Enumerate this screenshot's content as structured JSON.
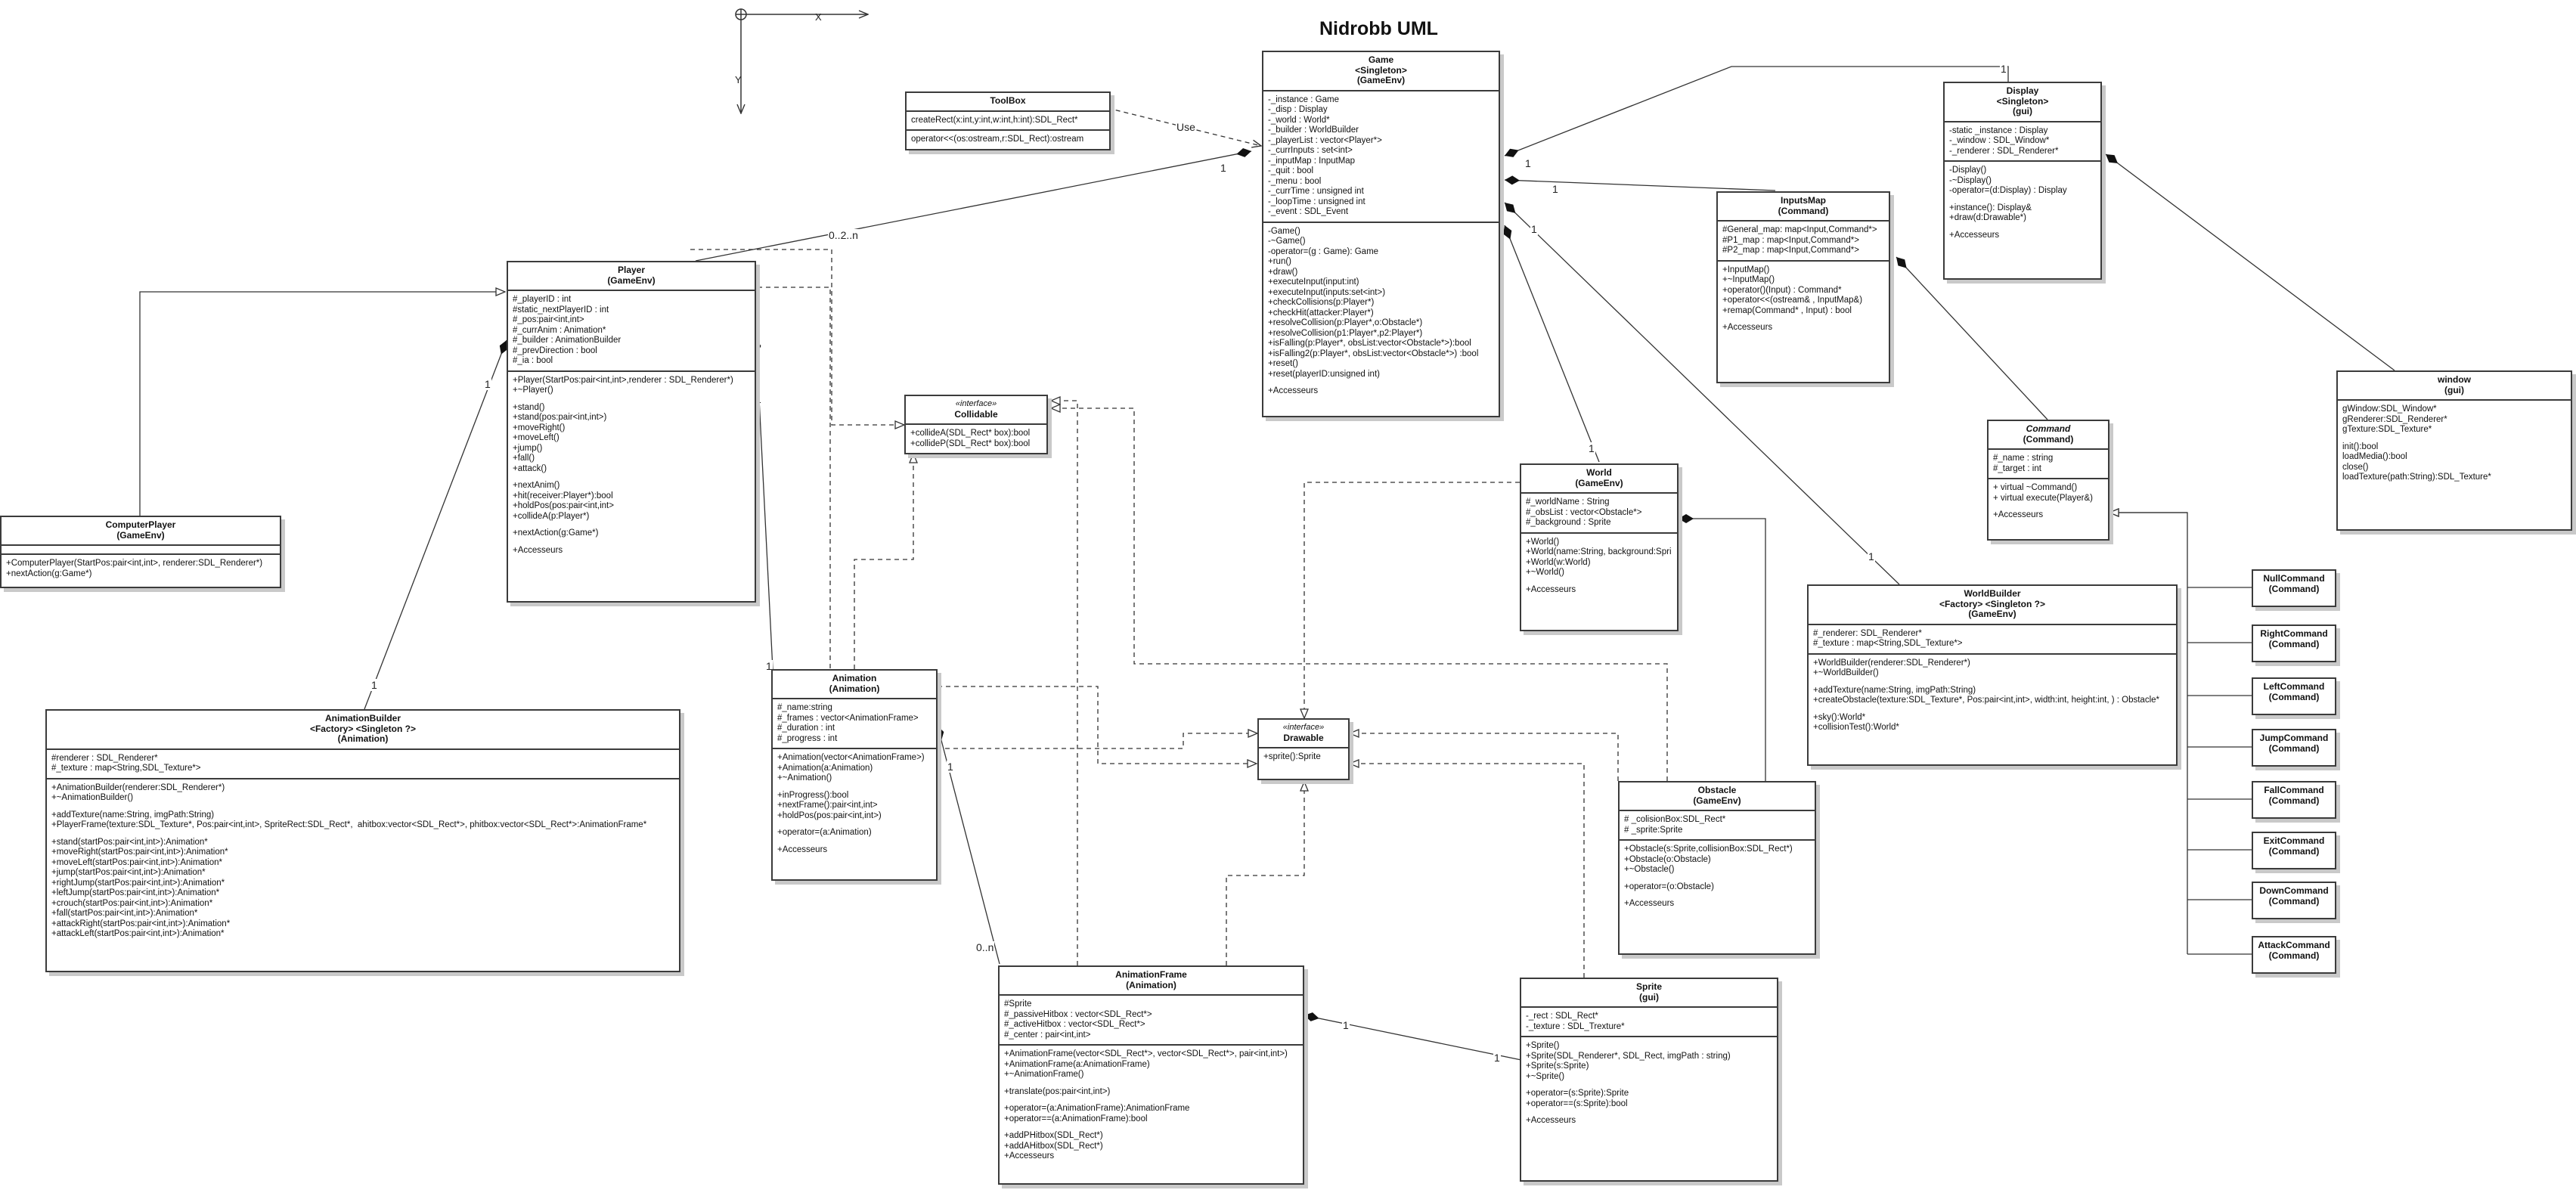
{
  "title": "Nidrobb UML",
  "axes": {
    "x": "X",
    "y": "Y"
  },
  "classes": [
    {
      "id": "game",
      "stereo": "",
      "names": [
        "Game",
        "<Singleton>",
        "(GameEnv)"
      ],
      "attrs": [
        "-_instance : Game",
        "-_disp : Display",
        "-_world : World*",
        "-_builder : WorldBuilder",
        "-_playerList : vector<Player*>",
        "-_currInputs : set<int>",
        "-_inputMap : InputMap",
        "-_quit : bool",
        "-_menu : bool",
        "-_currTime : unsigned int",
        "-_loopTime : unsigned int",
        "-_event : SDL_Event"
      ],
      "ops": [
        "-Game()",
        "-~Game()",
        "-operator=(g : Game): Game",
        "+run()",
        "+draw()",
        "+executeInput(input:int)",
        "+executeInput(inputs:set<int>)",
        "+checkCollisions(p:Player*)",
        "+checkHit(attacker:Player*)",
        "+resolveCollision(p:Player*,o:Obstacle*)",
        "+resolveCollision(p1:Player*,p2:Player*)",
        "+isFalling(p:Player*, obsList:vector<Obstacle*>):bool",
        "+isFalling2(p:Player*, obsList:vector<Obstacle*>) :bool",
        "+reset()",
        "+reset(playerID:unsigned int)",
        "",
        "+Accesseurs"
      ]
    },
    {
      "id": "toolbox",
      "stereo": "",
      "names": [
        "ToolBox"
      ],
      "attrs": [
        "createRect(x:int,y:int,w:int,h:int):SDL_Rect*"
      ],
      "ops": [
        "operator<<(os:ostream,r:SDL_Rect):ostream"
      ]
    },
    {
      "id": "display",
      "stereo": "",
      "names": [
        "Display",
        "<Singleton>",
        "(gui)"
      ],
      "attrs": [
        "-static _instance : Display",
        "-_window : SDL_Window*",
        "-_renderer : SDL_Renderer*"
      ],
      "ops": [
        "-Display()",
        "-~Display()",
        "-operator=(d:Display) : Display",
        "",
        "+instance(): Display&",
        "+draw(d:Drawable*)",
        "",
        "+Accesseurs"
      ]
    },
    {
      "id": "inputsmap",
      "stereo": "",
      "names": [
        "InputsMap",
        "(Command)"
      ],
      "attrs": [
        "#General_map: map<Input,Command*>",
        "#P1_map : map<Input,Command*>",
        "#P2_map : map<Input,Command*>"
      ],
      "ops": [
        "+InputMap()",
        "+~InputMap()",
        "+operator()(Input) : Command*",
        "+operator<<(ostream& , InputMap&)",
        "+remap(Command* , Input) : bool",
        "",
        "+Accesseurs"
      ]
    },
    {
      "id": "window",
      "stereo": "",
      "names": [
        "window",
        "(gui)"
      ],
      "attrs": [
        "gWindow:SDL_Window*",
        "gRenderer:SDL_Renderer*",
        "gTexture:SDL_Texture*",
        "",
        "init():bool",
        "loadMedia():bool",
        "close()",
        "loadTexture(path:String):SDL_Texture*"
      ],
      "ops": []
    },
    {
      "id": "player",
      "stereo": "",
      "names": [
        "Player",
        "(GameEnv)"
      ],
      "attrs": [
        "#_playerID : int",
        "#static_nextPlayerID : int",
        "#_pos:pair<int,int>",
        "#_currAnim : Animation*",
        "#_builder : AnimationBuilder",
        "#_prevDirection : bool",
        "#_ia : bool"
      ],
      "ops": [
        "+Player(StartPos:pair<int,int>,renderer : SDL_Renderer*)",
        "+~Player()",
        "",
        "+stand()",
        "+stand(pos:pair<int,int>)",
        "+moveRight()",
        "+moveLeft()",
        "+jump()",
        "+fall()",
        "+attack()",
        "",
        "+nextAnim()",
        "+hit(receiver:Player*):bool",
        "+holdPos(pos:pair<int,int>",
        "+collideA(p:Player*)",
        "",
        "+nextAction(g:Game*)",
        "",
        "+Accesseurs"
      ]
    },
    {
      "id": "collidable",
      "stereo": "«interface»",
      "names": [
        "Collidable"
      ],
      "attrs": [
        "+collideA(SDL_Rect* box):bool",
        "+collideP(SDL_Rect* box):bool"
      ],
      "ops": []
    },
    {
      "id": "computerplayer",
      "stereo": "",
      "names": [
        "ComputerPlayer",
        "(GameEnv)"
      ],
      "attrs": [],
      "ops": [
        "+ComputerPlayer(StartPos:pair<int,int>, renderer:SDL_Renderer*)",
        "+nextAction(g:Game*)"
      ]
    },
    {
      "id": "world",
      "stereo": "",
      "names": [
        "World",
        "(GameEnv)"
      ],
      "attrs": [
        "#_worldName : String",
        "#_obsList : vector<Obstacle*>",
        "#_background : Sprite"
      ],
      "ops": [
        "+World()",
        "+World(name:String, background:Spri",
        "+World(w:World)",
        "+~World()",
        "",
        "+Accesseurs"
      ]
    },
    {
      "id": "command",
      "stereo": "",
      "names": [
        "Command",
        "(Command)"
      ],
      "attrs": [
        "#_name : string",
        "#_target : int"
      ],
      "ops": [
        "+ virtual ~Command()",
        "+ virtual execute(Player&)",
        "",
        "+Accesseurs"
      ]
    },
    {
      "id": "worldbuilder",
      "stereo": "",
      "names": [
        "WorldBuilder",
        "<Factory> <Singleton ?>",
        "(GameEnv)"
      ],
      "attrs": [
        "#_renderer: SDL_Renderer*",
        "#_texture : map<String,SDL_Texture*>"
      ],
      "ops": [
        "+WorldBuilder(renderer:SDL_Renderer*)",
        "+~WorldBuilder()",
        "",
        "+addTexture(name:String, imgPath:String)",
        "+createObstacle(texture:SDL_Texture*, Pos:pair<int,int>, width:int, height:int, ) : Obstacle*",
        "",
        "+sky():World*",
        "+collisionTest():World*"
      ]
    },
    {
      "id": "animationbuilder",
      "stereo": "",
      "names": [
        "AnimationBuilder",
        "<Factory> <Singleton ?>",
        "(Animation)"
      ],
      "attrs": [
        "#renderer : SDL_Renderer*",
        "#_texture : map<String,SDL_Texture*>"
      ],
      "ops": [
        "+AnimationBuilder(renderer:SDL_Renderer*)",
        "+~AnimationBuilder()",
        "",
        "+addTexture(name:String, imgPath:String)",
        "+PlayerFrame(texture:SDL_Texture*, Pos:pair<int,int>, SpriteRect:SDL_Rect*,  ahitbox:vector<SDL_Rect*>, phitbox:vector<SDL_Rect*>:AnimationFrame*",
        "",
        "+stand(startPos:pair<int,int>):Animation*",
        "+moveRight(startPos:pair<int,int>):Animation*",
        "+moveLeft(startPos:pair<int,int>):Animation*",
        "+jump(startPos:pair<int,int>):Animation*",
        "+rightJump(startPos:pair<int,int>):Animation*",
        "+leftJump(startPos:pair<int,int>):Animation*",
        "+crouch(startPos:pair<int,int>):Animation*",
        "+fall(startPos:pair<int,int>):Animation*",
        "+attackRight(startPos:pair<int,int>):Animation*",
        "+attackLeft(startPos:pair<int,int>):Animation*"
      ]
    },
    {
      "id": "animation",
      "stereo": "",
      "names": [
        "Animation",
        "(Animation)"
      ],
      "attrs": [
        "#_name:string",
        "#_frames : vector<AnimationFrame>",
        "#_duration : int",
        "#_progress : int"
      ],
      "ops": [
        "+Animation(vector<AnimationFrame>)",
        "+Animation(a:Animation)",
        "+~Animation()",
        "",
        "+inProgress():bool",
        "+nextFrame():pair<int,int>",
        "+holdPos(pos:pair<int,int>)",
        "",
        "+operator=(a:Animation)",
        "",
        "+Accesseurs"
      ]
    },
    {
      "id": "drawable",
      "stereo": "«interface»",
      "names": [
        "Drawable"
      ],
      "attrs": [
        "+sprite():Sprite"
      ],
      "ops": []
    },
    {
      "id": "obstacle",
      "stereo": "",
      "names": [
        "Obstacle",
        "(GameEnv)"
      ],
      "attrs": [
        "# _colisionBox:SDL_Rect*",
        "# _sprite:Sprite"
      ],
      "ops": [
        "+Obstacle(s:Sprite,collisionBox:SDL_Rect*)",
        "+Obstacle(o:Obstacle)",
        "+~Obstacle()",
        "",
        "+operator=(o:Obstacle)",
        "",
        "+Accesseurs"
      ]
    },
    {
      "id": "animationframe",
      "stereo": "",
      "names": [
        "AnimationFrame",
        "(Animation)"
      ],
      "attrs": [
        "#Sprite",
        "#_passiveHitbox : vector<SDL_Rect*>",
        "#_activeHitbox : vector<SDL_Rect*>",
        "#_center : pair<int,int>"
      ],
      "ops": [
        "+AnimationFrame(vector<SDL_Rect*>, vector<SDL_Rect*>, pair<int,int>)",
        "+AnimationFrame(a:AnimationFrame)",
        "+~AnimationFrame()",
        "",
        "+translate(pos:pair<int,int>)",
        "",
        "+operator=(a:AnimationFrame):AnimationFrame",
        "+operator==(a:AnimationFrame):bool",
        "",
        "+addPHitbox(SDL_Rect*)",
        "+addAHitbox(SDL_Rect*)",
        "+Accesseurs"
      ]
    },
    {
      "id": "sprite",
      "stereo": "",
      "names": [
        "Sprite",
        "(gui)"
      ],
      "attrs": [
        "-_rect : SDL_Rect*",
        "-_texture : SDL_Trexture*"
      ],
      "ops": [
        "+Sprite()",
        "+Sprite(SDL_Renderer*, SDL_Rect, imgPath : string)",
        "+Sprite(s:Sprite)",
        "+~Sprite()",
        "",
        "+operator=(s:Sprite):Sprite",
        "+operator==(s:Sprite):bool",
        "",
        "+Accesseurs"
      ]
    },
    {
      "id": "nullcommand",
      "stereo": "",
      "names": [
        "NullCommand",
        "(Command)"
      ],
      "attrs": [],
      "ops": []
    },
    {
      "id": "rightcommand",
      "stereo": "",
      "names": [
        "RightCommand",
        "(Command)"
      ],
      "attrs": [],
      "ops": []
    },
    {
      "id": "leftcommand",
      "stereo": "",
      "names": [
        "LeftCommand",
        "(Command)"
      ],
      "attrs": [],
      "ops": []
    },
    {
      "id": "jumpcommand",
      "stereo": "",
      "names": [
        "JumpCommand",
        "(Command)"
      ],
      "attrs": [],
      "ops": []
    },
    {
      "id": "fallcommand",
      "stereo": "",
      "names": [
        "FallCommand",
        "(Command)"
      ],
      "attrs": [],
      "ops": []
    },
    {
      "id": "exitcommand",
      "stereo": "",
      "names": [
        "ExitCommand",
        "(Command)"
      ],
      "attrs": [],
      "ops": []
    },
    {
      "id": "downcommand",
      "stereo": "",
      "names": [
        "DownCommand",
        "(Command)"
      ],
      "attrs": [],
      "ops": []
    },
    {
      "id": "attackcommand",
      "stereo": "",
      "names": [
        "AttackCommand",
        "(Command)"
      ],
      "attrs": [],
      "ops": []
    }
  ],
  "edge_labels": {
    "use": "Use",
    "one": "1",
    "zero_two_n": "0..2..n",
    "zero_n": "0..n"
  }
}
